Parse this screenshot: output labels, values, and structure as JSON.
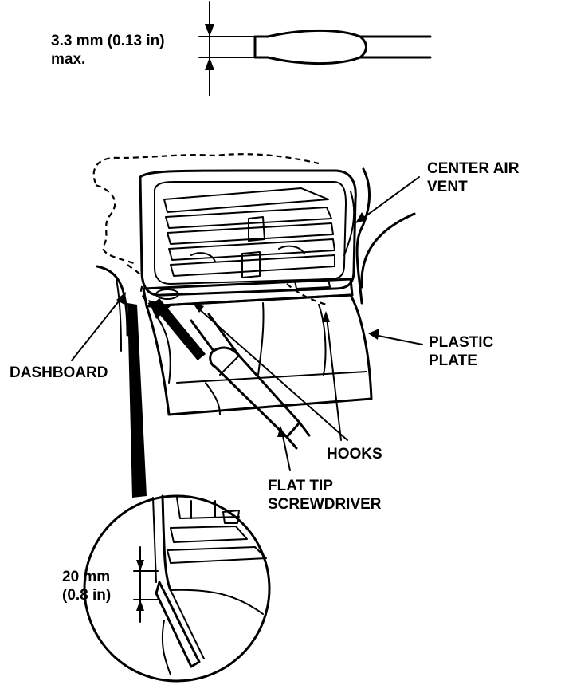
{
  "labels": {
    "tip_dimension": {
      "line1": "3.3 mm (0.13 in)",
      "line2": "max."
    },
    "center_air_vent": {
      "line1": "CENTER AIR",
      "line2": "VENT"
    },
    "plastic_plate": {
      "line1": "PLASTIC",
      "line2": "PLATE"
    },
    "dashboard": "DASHBOARD",
    "hooks": "HOOKS",
    "screwdriver": {
      "line1": "FLAT TIP",
      "line2": "SCREWDRIVER"
    },
    "insert_depth": {
      "line1": "20 mm",
      "line2": "(0.8 in)"
    }
  },
  "colors": {
    "ink": "#000000",
    "paper": "#ffffff"
  }
}
